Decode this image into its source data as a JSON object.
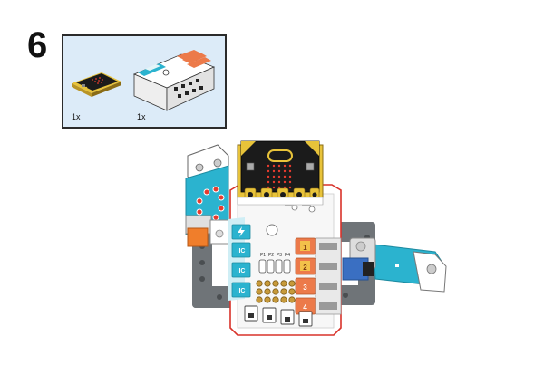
{
  "step": {
    "number": "6"
  },
  "parts": [
    {
      "name": "microbit-board",
      "quantity": "1x"
    },
    {
      "name": "expansion-board",
      "quantity": "1x"
    }
  ],
  "expansion_board": {
    "left_ports": [
      "IIC",
      "IIC",
      "IIC"
    ],
    "right_ports": [
      "1",
      "2",
      "3",
      "4"
    ],
    "pin_labels": [
      "P1",
      "P2",
      "P3",
      "P4"
    ]
  },
  "colors": {
    "panel_bg": "#dcebf8",
    "board_black": "#1b1b1b",
    "board_gold": "#e8c33a",
    "board_white": "#ffffff",
    "port_cyan": "#2bb3cf",
    "port_orange": "#ec7a4a",
    "port_number_yellow": "#f3c14a",
    "sensor_orange": "#f07e2b",
    "servo_blue": "#3a6fc2",
    "frame_gray": "#6f7478",
    "led_red": "#e63b2e",
    "outline_red": "#d8322a"
  }
}
